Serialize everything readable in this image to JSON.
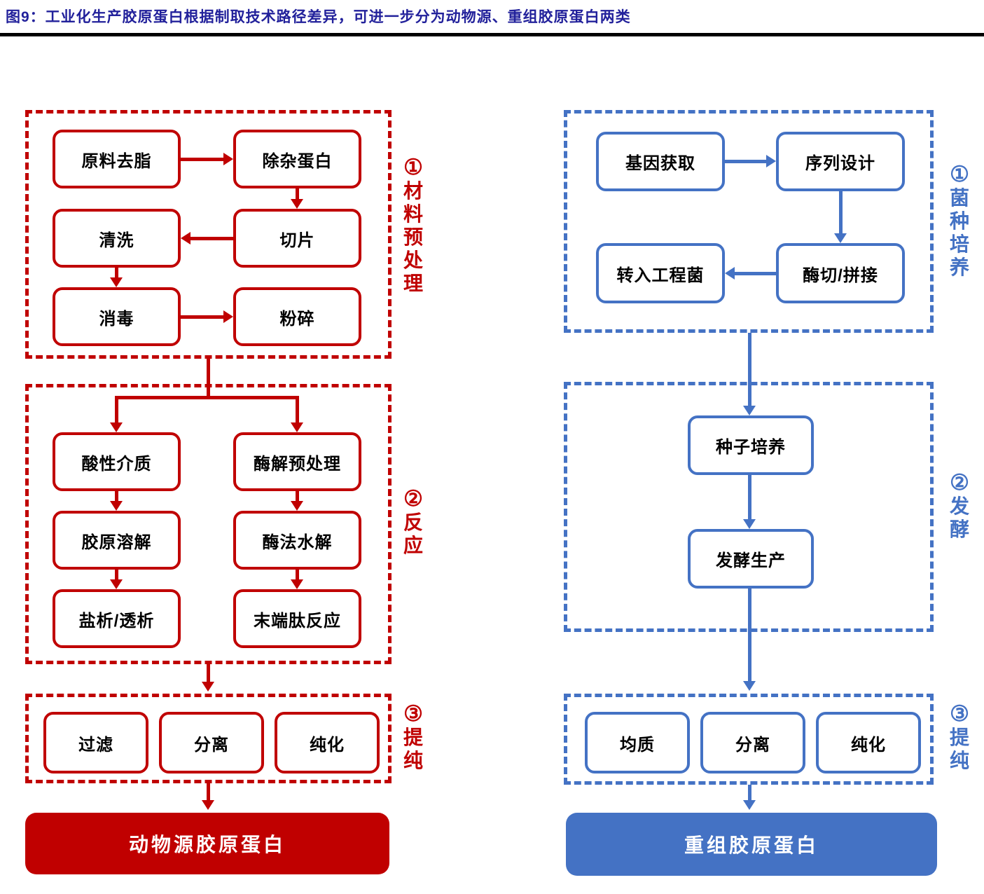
{
  "title": "图9：工业化生产胶原蛋白根据制取技术路径差异，可进一步分为动物源、重组胶原蛋白两类",
  "colors": {
    "red": "#C00000",
    "blue": "#4472C4",
    "title_navy": "#22219B",
    "divider_black": "#000000",
    "box_text": "#000000",
    "result_text": "#FFFFFF"
  },
  "left": {
    "stage1": {
      "number": "①",
      "label": "材料预处理",
      "boxes": [
        "原料去脂",
        "除杂蛋白",
        "清洗",
        "切片",
        "消毒",
        "粉碎"
      ]
    },
    "stage2": {
      "number": "②",
      "label": "反应",
      "boxes": [
        "酸性介质",
        "酶解预处理",
        "胶原溶解",
        "酶法水解",
        "盐析/透析",
        "末端肽反应"
      ]
    },
    "stage3": {
      "number": "③",
      "label": "提纯",
      "boxes": [
        "过滤",
        "分离",
        "纯化"
      ]
    },
    "result": "动物源胶原蛋白"
  },
  "right": {
    "stage1": {
      "number": "①",
      "label": "菌种培养",
      "boxes": [
        "基因获取",
        "序列设计",
        "转入工程菌",
        "酶切/拼接"
      ]
    },
    "stage2": {
      "number": "②",
      "label": "发酵",
      "boxes": [
        "种子培养",
        "发酵生产"
      ]
    },
    "stage3": {
      "number": "③",
      "label": "提纯",
      "boxes": [
        "均质",
        "分离",
        "纯化"
      ]
    },
    "result": "重组胶原蛋白"
  }
}
